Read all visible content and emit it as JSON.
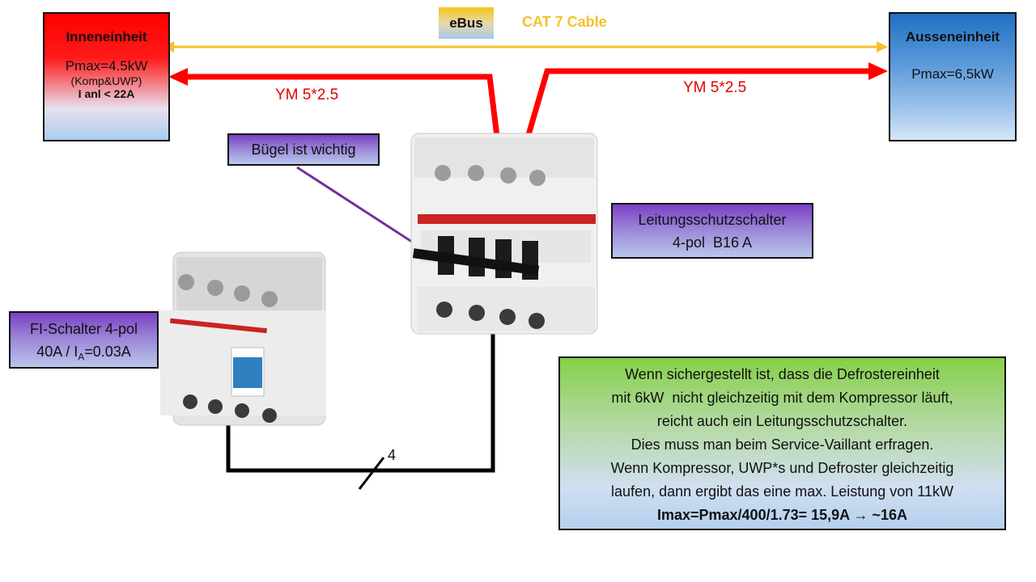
{
  "indoor_unit": {
    "title": "Inneneinheit",
    "pmax": "Pmax=4.5kW",
    "note": "(Komp&UWP)",
    "current": "I anl < 22A"
  },
  "outdoor_unit": {
    "title": "Ausseneinheit",
    "pmax": "Pmax=6,5kW"
  },
  "ebus": {
    "label": "eBus",
    "cable": "CAT 7 Cable"
  },
  "cables": {
    "left": "YM 5*2.5",
    "right": "YM 5*2.5",
    "count": "4"
  },
  "callouts": {
    "buegel": "Bügel ist wichtig",
    "lss_line1": "Leitungsschutzschalter",
    "lss_line2": "4-pol  B16 A",
    "fi_line1": "FI-Schalter 4-pol",
    "fi_line2_prefix": "40A / I",
    "fi_line2_sub": "A",
    "fi_line2_suffix": "=0.03A"
  },
  "note": {
    "lines": [
      "Wenn sichergestellt ist, dass die Defrostereinheit",
      "mit 6kW  nicht gleichzeitig mit dem Kompressor läuft,",
      "reicht auch ein Leitungsschutzschalter.",
      "Dies muss man beim Service-Vaillant erfragen.",
      "Wenn Kompressor, UWP*s und Defroster gleichzeitig",
      "laufen, dann ergibt das eine max. Leistung von 11kW"
    ],
    "formula": "Imax=Pmax/400/1.73= 15,9A → ~16A"
  },
  "colors": {
    "ebus_line": "#f5c12a",
    "power_line": "#ff0000",
    "callout_line": "#7030a0",
    "wire": "#000000"
  },
  "devices": {
    "mcb": "4-pole miniature circuit breaker (photo)",
    "rcd": "4-pole residual current device (photo)"
  }
}
